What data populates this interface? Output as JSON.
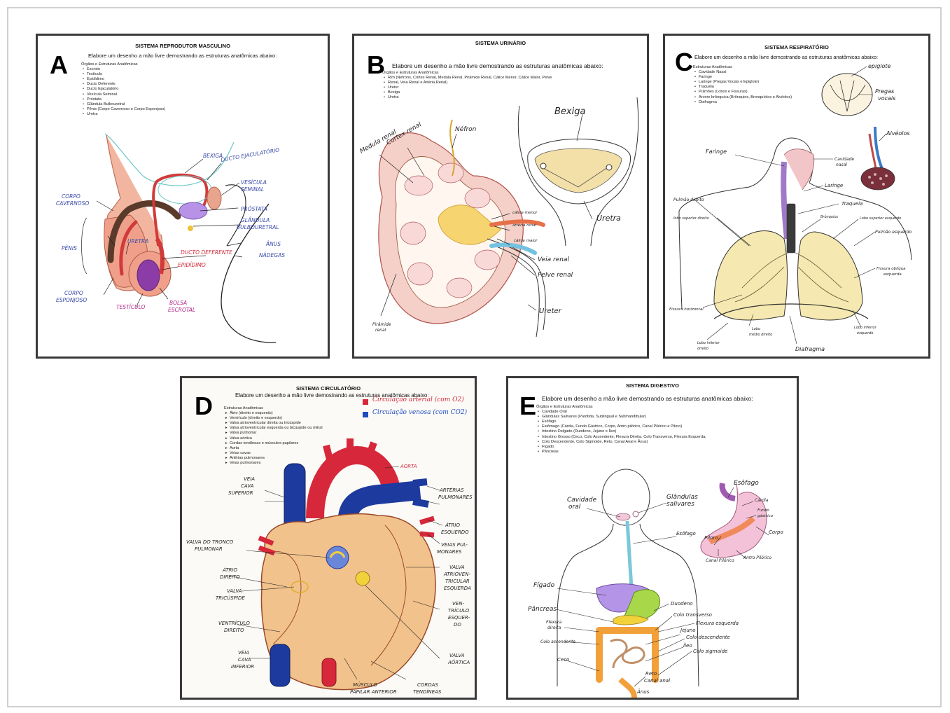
{
  "panels": {
    "A": {
      "letter": "A",
      "title": "SISTEMA REPRODUTOR MASCULINO",
      "instruction": "Elabore um desenho a mão livre demostrando as estruturas anatômicas abaixo:",
      "list_header": "Órgãos e Estruturas Anatômicas",
      "items": [
        "Escroto",
        "Testículo",
        "Epidídimo",
        "Ducto Deferente",
        "Ducto Ejaculatório",
        "Vesícula Seminal",
        "Próstata",
        "Glândula Bulbouretral",
        "Pênis (Corpo Cavernoso e Corpo Esponjoso)",
        "Uretra"
      ],
      "labels": {
        "bexiga": "BEXIGA",
        "ducto_ejaculatorio": "DUCTO EJACULATÓRIO",
        "vesicula_seminal_1": "VESÍCULA",
        "vesicula_seminal_2": "SEMINAL",
        "prostata": "PRÓSTATA",
        "glandula_1": "GLÂNDULA",
        "glandula_2": "BULBOURETRAL",
        "anus": "ÂNUS",
        "nadegas": "NÁDEGAS",
        "ducto_deferente": "DUCTO DEFERENTE",
        "epididimo": "EPIDÍDIMO",
        "bolsa_1": "BOLSA",
        "bolsa_2": "ESCROTAL",
        "testiculo": "TESTÍCULO",
        "corpo_cav_1": "CORPO",
        "corpo_cav_2": "CAVERNOSO",
        "penis": "PÊNIS",
        "uretra": "URETRA",
        "corpo_esp_1": "CORPO",
        "corpo_esp_2": "ESPONJOSO"
      }
    },
    "B": {
      "letter": "B",
      "title": "SISTEMA URINÁRIO",
      "instruction": "Elabore um desenho a mão livre demostrando as estruturas anatômicas abaixo:",
      "list_header": "Órgãos e Estruturas Anatômicas",
      "items": [
        "Rim (Nefrons, Córtex Renal, Medula Renal, Pirâmide Renal, Cálice Menor, Cálice Maior, Pelve",
        "Renal, Veia Renal e Artéria Renal)",
        "Ureter",
        "Bexiga",
        "Uretra"
      ],
      "labels": {
        "medula": "Medula renal",
        "cortex": "Cortex renal",
        "nefron": "Néfron",
        "bexiga": "Bexiga",
        "calice_menor": "cálice menor",
        "arteria": "artéria renal",
        "calice_maior": "cálice maior",
        "uretra": "Uretra",
        "veia": "Veia renal",
        "pelve": "Pelve renal",
        "ureter": "Ureter",
        "piramide_1": "Pirâmide",
        "piramide_2": "renal"
      }
    },
    "C": {
      "letter": "C",
      "title": "SISTEMA RESPIRATÓRIO",
      "instruction": "Elabore um desenho a mão livre demostrando as estruturas anatômicas abaixo:",
      "list_header": "Estruturas Anatômicas",
      "items": [
        "Cavidade Nasal",
        "Faringe",
        "Laringe (Pregas Vocais e Epiglote)",
        "Traquéia",
        "Pulmões (Lobos e Fissuras)",
        "Árvore brônquica (Brônquios, Bronquíolos e Alvéolos)",
        "Diafragma"
      ],
      "labels": {
        "epiglote": "epiglote",
        "pregas_1": "Pregas",
        "pregas_2": "vocais",
        "alveolos": "Alvéolos",
        "faringe": "Faringe",
        "cavidade_1": "Cavidade",
        "cavidade_2": "nasal",
        "laringe": "Laringe",
        "traqueia": "Traqueia",
        "pulmao_dir": "Pulmão direito",
        "lobo_sup_dir": "lobo superior direito",
        "bronquios": "Brônquios",
        "lobo_sup_esq": "Lobo superior esquerdo",
        "pulmao_esq": "Pulmão esquerdo",
        "fissura_obliqua_1": "Fissura oblíqua",
        "fissura_obliqua_2": "esquerda",
        "fissura_horizontal": "Fissura horizontal",
        "lobo_medio_1": "Lobo",
        "lobo_medio_2": "médio direito",
        "lobo_inf_dir_1": "Lobo inferior",
        "lobo_inf_dir_2": "direito",
        "lobo_inf_esq_1": "Lobo inferior",
        "lobo_inf_esq_2": "esquerdo",
        "diafragma": "Diafragma"
      }
    },
    "D": {
      "letter": "D",
      "title": "SISTEMA CIRCULATÓRIO",
      "instruction": "Elabore um desenho a mão livre demostrando as estruturas anatômicas abaixo:",
      "list_header": "Estruturas Anatômicas",
      "items": [
        "Átrio (direito e esquerdo)",
        "Ventrículo (direito e esquerdo)",
        "Valva atrioventricular direita ou tricúspide",
        "Valva atrioventricular esquerda ou bicúspide ou mitral",
        "Valva pulmonar",
        "Valva aórtica",
        "Cordas tendíneas e músculos papilares",
        "Aorta",
        "Veias cavas",
        "Artérias pulmonares",
        "Veias pulmonares"
      ],
      "legend": [
        {
          "color": "#d6283a",
          "text": "Circulação arterial (com O2)"
        },
        {
          "color": "#1d4bbf",
          "text": "Circulação venosa (com CO2)"
        }
      ],
      "labels": {
        "aorta": "AORTA",
        "veia_cava_sup_1": "VEIA",
        "veia_cava_sup_2": "CAVA",
        "veia_cava_sup_3": "SUPERIOR",
        "arterias_1": "ARTÉRIAS",
        "arterias_2": "PULMONARES",
        "atrio_esq_1": "ÁTRIO",
        "atrio_esq_2": "ESQUERDO",
        "veias_pul_1": "VEIAS PUL-",
        "veias_pul_2": "MONARES",
        "valva_tronco_1": "VALVA DO TRONCO",
        "valva_tronco_2": "PULMONAR",
        "atrio_dir_1": "ÁTRIO",
        "atrio_dir_2": "DIREITO",
        "valva_tric_1": "VALVA",
        "valva_tric_2": "TRICÚSPIDE",
        "valva_av_1": "VALVA",
        "valva_av_2": "ATRIOVEN-",
        "valva_av_3": "TRICULAR",
        "valva_av_4": "ESQUERDA",
        "vent_esq_1": "VEN-",
        "vent_esq_2": "TRÍCULO",
        "vent_esq_3": "ESQUER-",
        "vent_esq_4": "DO",
        "vent_dir_1": "VENTRÍCULO",
        "vent_dir_2": "DIREITO",
        "valva_aortica_1": "VALVA",
        "valva_aortica_2": "AÓRTICA",
        "veia_cava_inf_1": "VEIA",
        "veia_cava_inf_2": "CAVA",
        "veia_cava_inf_3": "INFERIOR",
        "musculo_1": "MÚSCULO",
        "musculo_2": "PAPILAR ANTERIOR",
        "cordas_1": "CORDAS",
        "cordas_2": "TENDÍNEAS"
      }
    },
    "E": {
      "letter": "E",
      "title": "SISTEMA DIGESTIVO",
      "instruction": "Elabore um desenho a mão livre demostrando as estruturas anatômicas abaixo:",
      "list_header": "Órgãos e Estruturas Anatômicas",
      "items": [
        "Cavidade Oral",
        "Glândulas Salivares (Parótida, Sublingual e Submandibular)",
        "Esôfago",
        "Estômago (Cárdia, Fundo Gástrico, Corpo, Antro pilórico, Canal Pilórico e Piloro)",
        "Intestino Delgado (Duodeno, Jejuno e Íleo)",
        "Intestino Grosso (Ceco, Colo Ascendente, Flexura Direita, Colo Transverso, Flexura Esquerda,",
        "Colo Descendente, Colo Sigmoide, Reto, Canal Anal e Ânus)",
        "Fígado",
        "Pâncreas"
      ],
      "labels": {
        "cavidade_1": "Cavidade",
        "cavidade_2": "oral",
        "glandulas_1": "Glândulas",
        "glandulas_2": "salivares",
        "esofago_1": "Esôfago",
        "esofago_2": "Esôfago",
        "cardia": "Cárdia",
        "fundo_1": "Fundo",
        "fundo_2": "gástrico",
        "piloro": "Piloro",
        "corpo": "Corpo",
        "canal_pilorico": "Canal Pilórico",
        "antro": "Antro Pilórico",
        "figado": "Fígado",
        "pancreas": "Pâncreas",
        "flexura_dir_1": "Flexura",
        "flexura_dir_2": "direita",
        "colo_asc": "Colo ascendente",
        "ceco": "Ceco",
        "duodeno": "Duodeno",
        "colo_transv": "Colo transverso",
        "flexura_esq": "Flexura esquerda",
        "jejuno": "Jejuno",
        "colo_desc": "Colo descendente",
        "ileo": "Íleo",
        "colo_sig": "Colo sigmoide",
        "reto": "Reto",
        "canal_anal": "Canal anal",
        "anus": "Ânus"
      }
    }
  }
}
